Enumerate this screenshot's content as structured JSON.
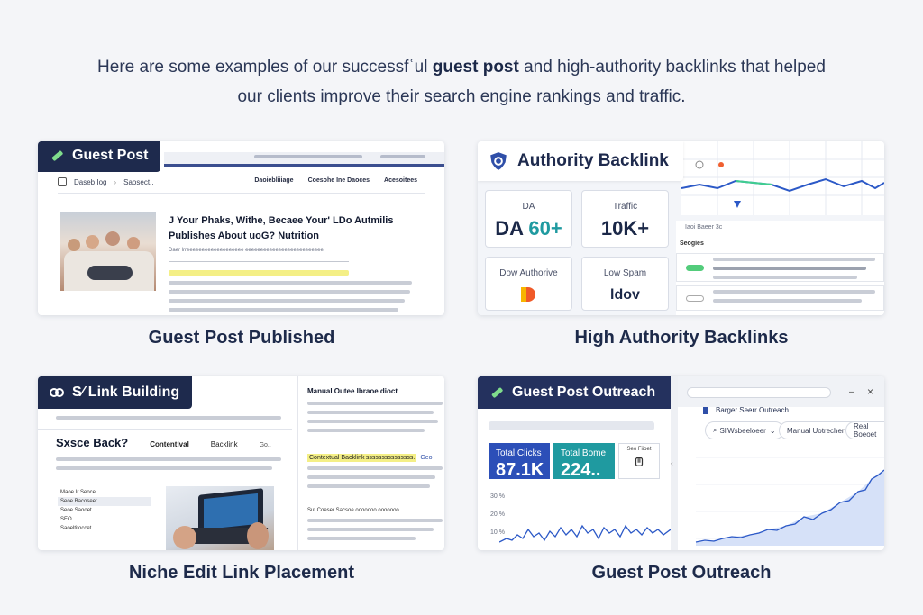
{
  "intro": {
    "line1_pre": "Here are some examples of our successfʿul ",
    "line1_bold": "guest post",
    "line1_post": " and high-authority backlinks that helped",
    "line2": "our clients improve their search engine rankings and traffic."
  },
  "cards": {
    "guest_post": {
      "tag": "Guest Post",
      "caption": "Guest Post Published",
      "breadcrumb_home": "Daseb  Iog",
      "breadcrumb_page": "Saosect..",
      "nav_links": [
        "Daoiebliiiage",
        "Coesohe Ine Daoces",
        "Acesoitees"
      ],
      "headline_1": "J Your Phaks, Withe, Becaee Your' LDo Autmilis",
      "headline_2": "Publishes About uoG? Nutrition",
      "author_line": "Daer lrreeeeeeeeeeeeeeeeeee eeeeeeeeeeeeeeeeeeeeeeeeee."
    },
    "authority": {
      "tag": "Authority Backlink",
      "caption": "High Authority Backlinks",
      "metrics": [
        {
          "label": "DA",
          "value": "DA 60+"
        },
        {
          "label": "Traffic",
          "value": "10K+"
        },
        {
          "label": "Dow Authorive",
          "value": ""
        },
        {
          "label": "Low Spam",
          "value": "ldov"
        }
      ],
      "panel_label_1": "Iaoi Baeer 3c",
      "panel_label_2": "Seogies"
    },
    "niche": {
      "tag": "S∕ Link Building",
      "caption": "Niche Edit Link Placement",
      "heading": "Sxsce Back?",
      "sub_a": "Contentival",
      "sub_b": "Backlink",
      "sub_c": "Go..",
      "list_items": [
        "Maoe Ir Seoce",
        "Seoe Bacoseet",
        "Seoe Saooet",
        "SEO",
        "Saoeltitoccet"
      ],
      "right_title": "Manual Outee Ibraoe dioct",
      "right_highlight": "Contextual Backlink sssssssssssssss.",
      "right_highlight_tail": "Geo",
      "right_para": "Sut Coeser Sacsoe ooooooo ooooooo."
    },
    "outreach": {
      "tag": "Guest Post Outreach",
      "caption": "Guest Post Outreach",
      "window_title": "Barger Seerr Outreach",
      "filters": [
        "Sl'Wsbeeloeer",
        "Manual Uotrecher",
        "Real Boeoet"
      ],
      "stats": [
        {
          "label": "Total Clicks",
          "value": "87.1K"
        },
        {
          "label": "Total Bome",
          "value": "224.."
        }
      ],
      "stat_third": "Seo Fiioet",
      "y_ticks": [
        "30.%",
        "20.%",
        "10.%"
      ]
    }
  },
  "colors": {
    "navy": "#1e2a4d",
    "accent_blue": "#2f4fa8",
    "teal": "#1f9aa0",
    "highlight": "#f4ef86",
    "chart_line": "#2c59c7"
  }
}
